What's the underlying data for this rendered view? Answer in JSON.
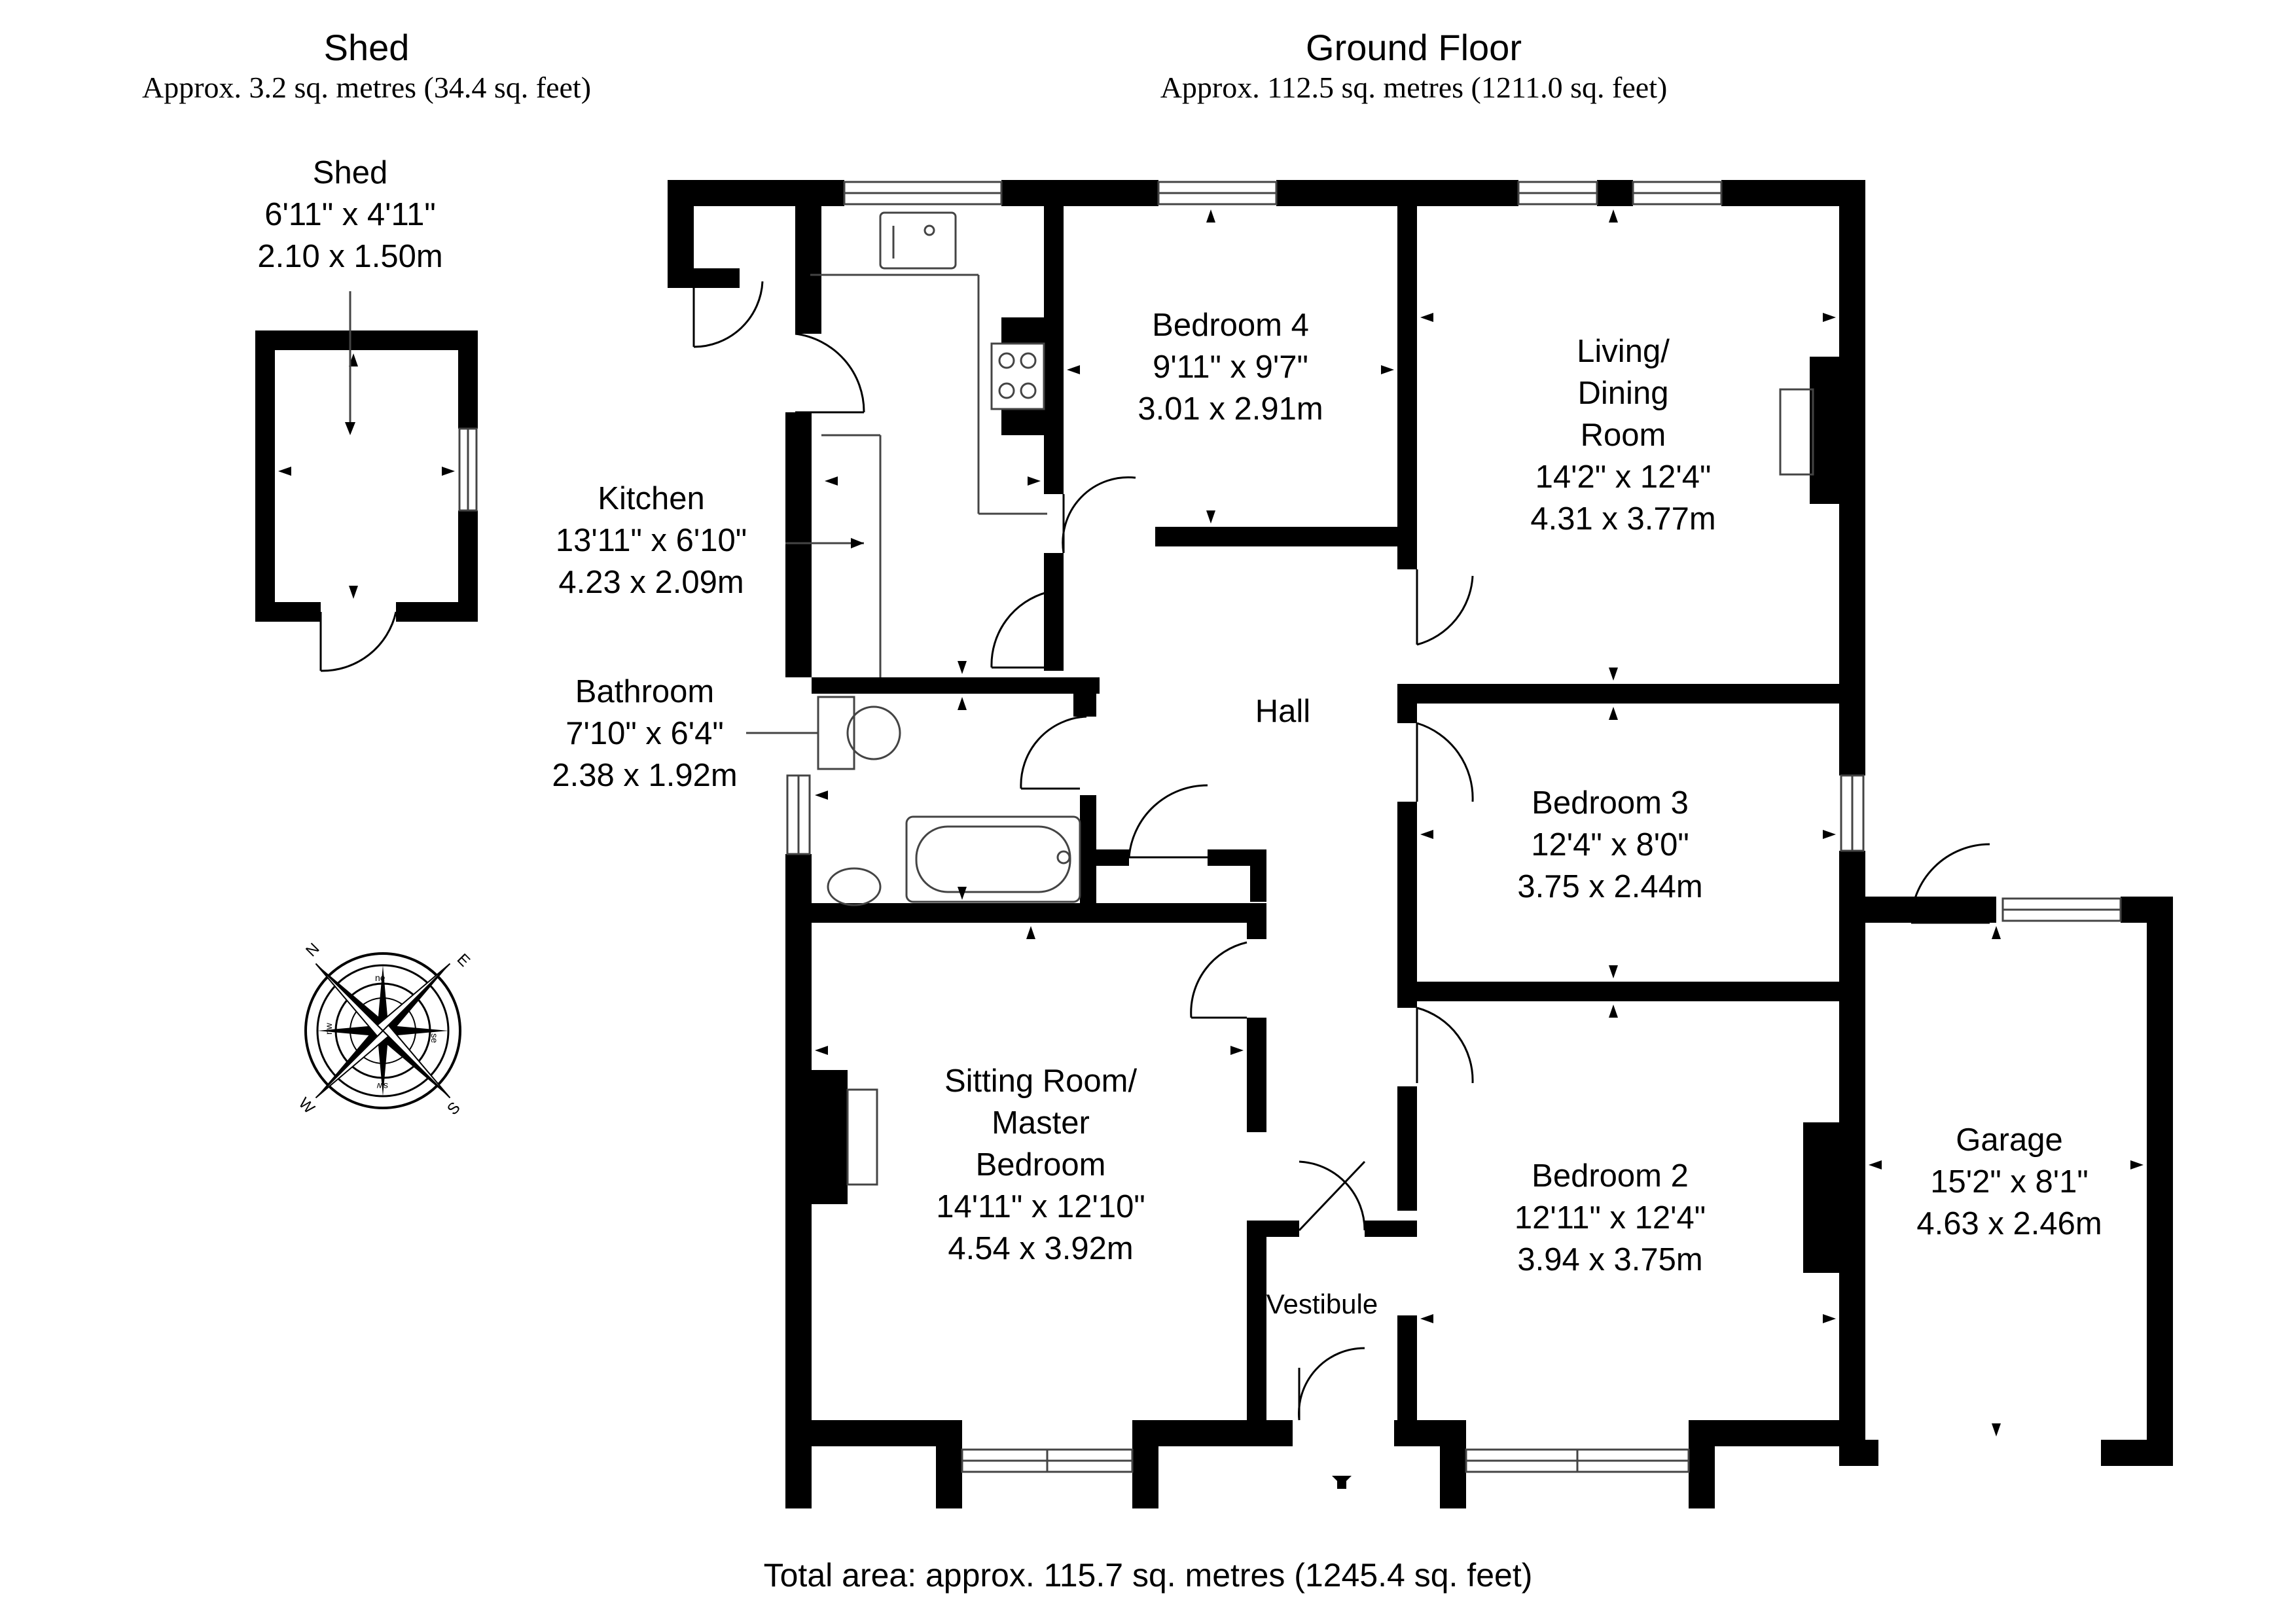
{
  "headers": {
    "shed": {
      "title": "Shed",
      "area": "Approx. 3.2 sq. metres (34.4 sq. feet)"
    },
    "ground_floor": {
      "title": "Ground Floor",
      "area": "Approx. 112.5 sq. metres (1211.0 sq. feet)"
    }
  },
  "rooms": {
    "shed": {
      "name": "Shed",
      "imperial": "6'11\" x 4'11\"",
      "metric": "2.10 x 1.50m"
    },
    "kitchen": {
      "name": "Kitchen",
      "imperial": "13'11\" x 6'10\"",
      "metric": "4.23 x 2.09m"
    },
    "bathroom": {
      "name": "Bathroom",
      "imperial": "7'10\" x 6'4\"",
      "metric": "2.38 x 1.92m"
    },
    "bedroom4": {
      "name": "Bedroom 4",
      "imperial": "9'11\" x 9'7\"",
      "metric": "3.01 x 2.91m"
    },
    "living": {
      "name_lines": [
        "Living/",
        "Dining",
        "Room"
      ],
      "imperial": "14'2\" x 12'4\"",
      "metric": "4.31 x 3.77m"
    },
    "hall": {
      "name": "Hall"
    },
    "bedroom3": {
      "name": "Bedroom 3",
      "imperial": "12'4\" x 8'0\"",
      "metric": "3.75 x 2.44m"
    },
    "sitting": {
      "name_lines": [
        "Sitting Room/",
        "Master",
        "Bedroom"
      ],
      "imperial": "14'11\" x 12'10\"",
      "metric": "4.54 x 3.92m"
    },
    "vestibule": {
      "name": "Vestibule"
    },
    "bedroom2": {
      "name": "Bedroom 2",
      "imperial": "12'11\" x 12'4\"",
      "metric": "3.94 x 3.75m"
    },
    "garage": {
      "name": "Garage",
      "imperial": "15'2\" x 8'1\"",
      "metric": "4.63 x 2.46m"
    }
  },
  "compass": {
    "points": [
      "N",
      "E",
      "S",
      "W"
    ],
    "inner": [
      "ne",
      "se",
      "sw",
      "nw"
    ]
  },
  "total_area": "Total area: approx. 115.7 sq. metres (1245.4 sq. feet)",
  "colors": {
    "wall": "#000000",
    "line": "#444444",
    "background": "#ffffff"
  }
}
